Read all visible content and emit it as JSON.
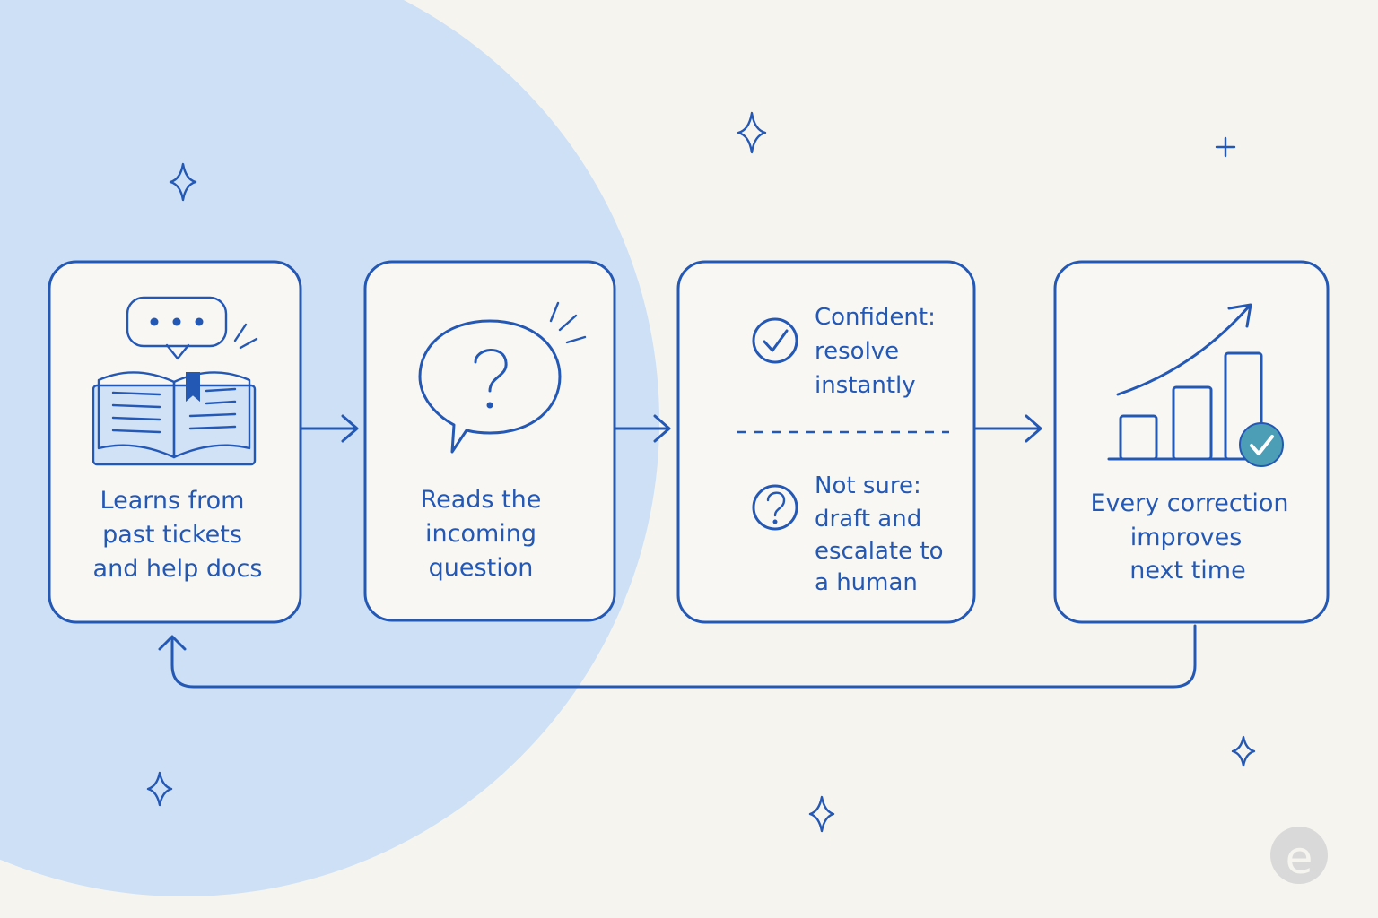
{
  "colors": {
    "background": "#f6f4ef",
    "circle": "#cde0f6",
    "ink": "#2458b5",
    "card_fill": "#f8f7f3",
    "check_badge": "#4b9eb5",
    "logo": "#d9d9d9"
  },
  "steps": [
    {
      "icon": "open-book-with-speech-bubble-icon",
      "lines": [
        "Learns from",
        "past tickets",
        "and help docs"
      ]
    },
    {
      "icon": "question-speech-bubble-icon",
      "lines": [
        "Reads the",
        "incoming",
        "question"
      ]
    },
    {
      "branches": [
        {
          "icon": "check-circle-icon",
          "lines": [
            "Confident:",
            "resolve",
            "instantly"
          ]
        },
        {
          "icon": "question-circle-icon",
          "lines": [
            "Not sure:",
            "draft and",
            "escalate to",
            "a human"
          ]
        }
      ]
    },
    {
      "icon": "rising-bar-chart-with-check-icon",
      "lines": [
        "Every correction",
        "improves",
        "next time"
      ]
    }
  ],
  "feedback_loop": {
    "from": "Every correction improves next time",
    "to": "Learns from past tickets and help docs"
  },
  "decorations": [
    "sparkle-icon",
    "plus-icon"
  ],
  "logo": {
    "icon": "e-logo-icon",
    "text": "e"
  }
}
